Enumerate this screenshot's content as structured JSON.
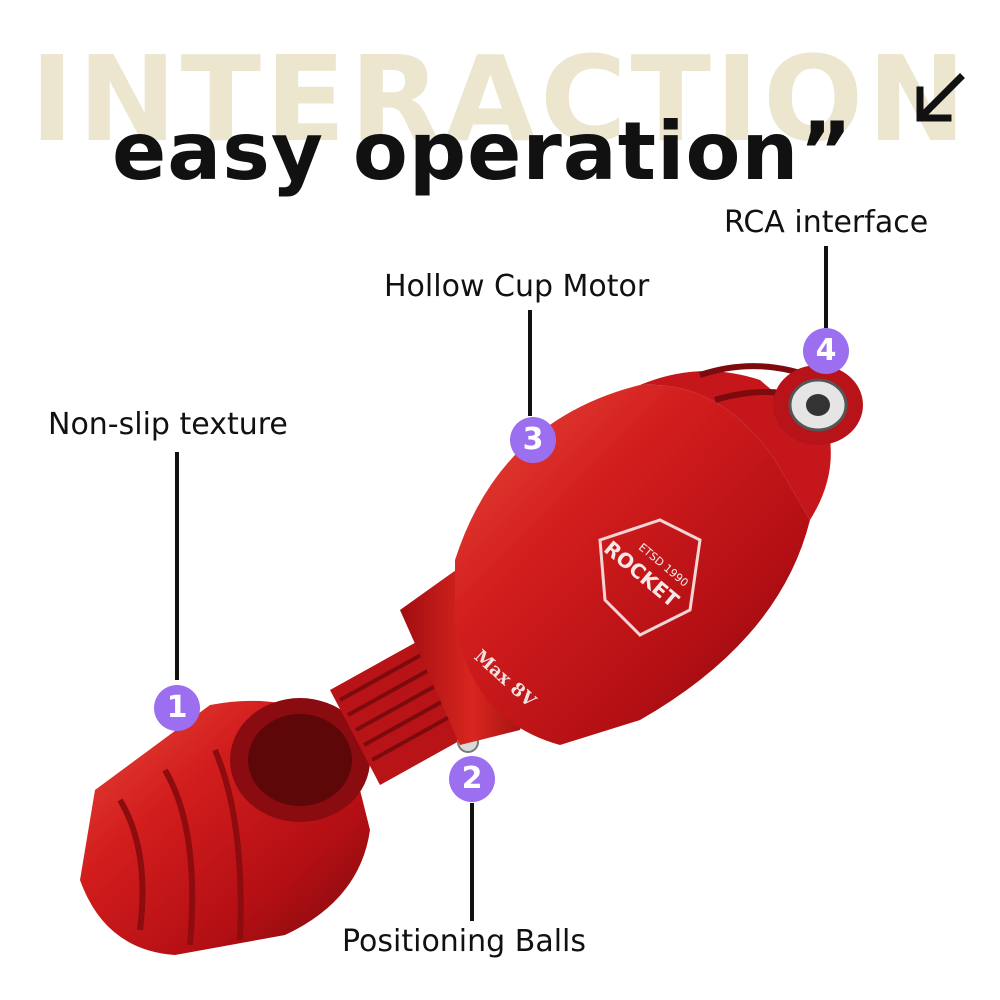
{
  "banner": {
    "background_word": "INTERACTION",
    "headline": "easy operation”"
  },
  "callouts": [
    {
      "number": "1",
      "label": "Non-slip texture"
    },
    {
      "number": "2",
      "label": "Positioning Balls"
    },
    {
      "number": "3",
      "label": "Hollow Cup Motor"
    },
    {
      "number": "4",
      "label": "RCA interface"
    }
  ],
  "product": {
    "logo_word": "ROCKET",
    "logo_sub": "ETSD 1990",
    "engraving": "Max 8V"
  },
  "colors": {
    "body_red": "#c8141a",
    "badge_purple": "#9b6ff0",
    "bg_word": "#ece6cf",
    "text": "#111111"
  },
  "icons": {
    "corner": "arrow-down-left-icon"
  }
}
